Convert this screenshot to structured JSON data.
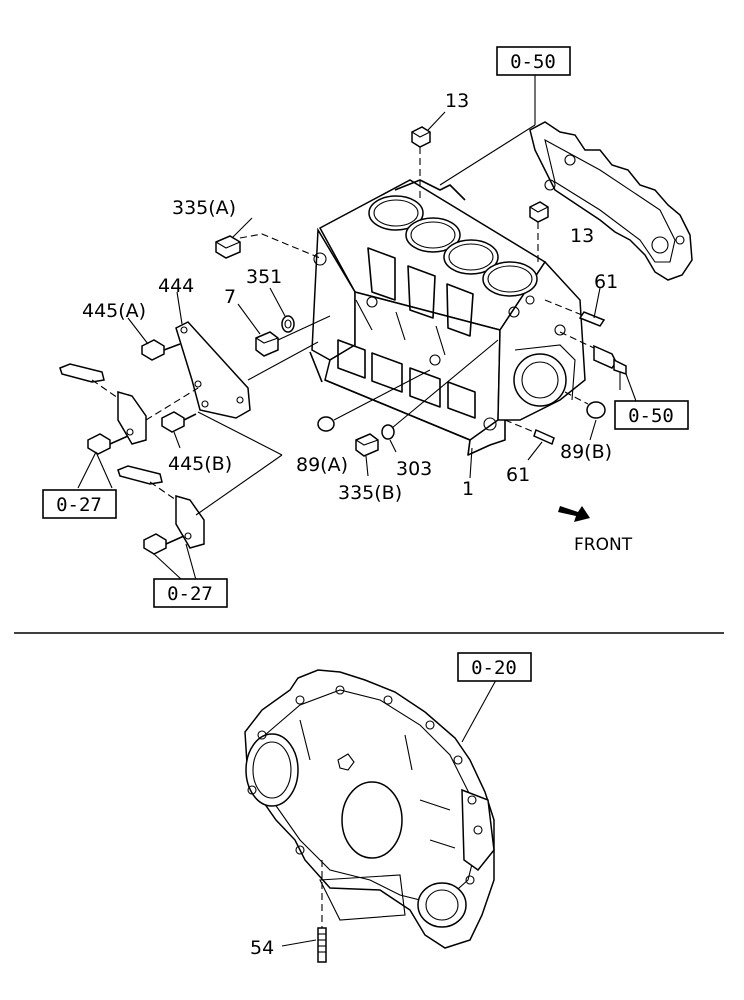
{
  "callouts": {
    "p13_top": "13",
    "p13_right": "13",
    "p335a": "335(A)",
    "p351": "351",
    "p444": "444",
    "p7": "7",
    "p445a": "445(A)",
    "p61_top": "61",
    "p61_bottom": "61",
    "p445b": "445(B)",
    "p89a": "89(A)",
    "p303": "303",
    "p89b": "89(B)",
    "p1": "1",
    "p335b": "335(B)",
    "p54": "54"
  },
  "refs": {
    "ref_050_top": "0-50",
    "ref_050_right": "0-50",
    "ref_027_left": "0-27",
    "ref_027_bottom": "0-27",
    "ref_020": "0-20"
  },
  "front_label": "FRONT"
}
